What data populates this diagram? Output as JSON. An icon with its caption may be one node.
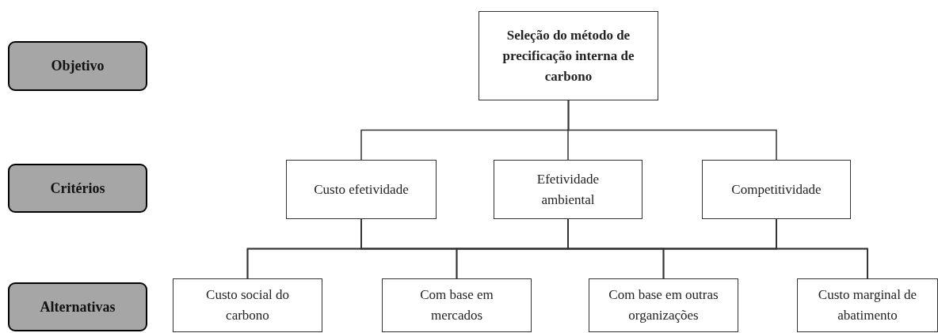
{
  "diagram": {
    "nodes": [
      {
        "text": [
          "Objetivo"
        ]
      },
      {
        "text": [
          "Seleção do método de precificação interna de carbono"
        ]
      },
      {
        "text": [
          "Critérios"
        ]
      },
      {
        "text": [
          "Custo efetividade"
        ]
      },
      {
        "text": [
          "Efetividade ambiental"
        ]
      },
      {
        "text": [
          "Competitividade"
        ]
      },
      {
        "text": [
          "Alternativas"
        ]
      },
      {
        "text": [
          "Custo social do carbono"
        ]
      },
      {
        "text": [
          "Com base em mercados"
        ]
      },
      {
        "text": [
          "Com base em outras organizações"
        ]
      },
      {
        "text": [
          "Custo marginal de abatimento"
        ]
      }
    ],
    "edges": [
      {
        "from": 1,
        "to": 3,
        "arrow": "none"
      },
      {
        "from": 1,
        "to": 4,
        "arrow": "none"
      },
      {
        "from": 1,
        "to": 5,
        "arrow": "none"
      },
      {
        "from": 3,
        "to": 7,
        "arrow": "none"
      },
      {
        "from": 3,
        "to": 8,
        "arrow": "none"
      },
      {
        "from": 3,
        "to": 9,
        "arrow": "none"
      },
      {
        "from": 3,
        "to": 10,
        "arrow": "none"
      },
      {
        "from": 4,
        "to": 7,
        "arrow": "none"
      },
      {
        "from": 4,
        "to": 8,
        "arrow": "none"
      },
      {
        "from": 4,
        "to": 9,
        "arrow": "none"
      },
      {
        "from": 4,
        "to": 10,
        "arrow": "none"
      },
      {
        "from": 5,
        "to": 7,
        "arrow": "none"
      },
      {
        "from": 5,
        "to": 8,
        "arrow": "none"
      },
      {
        "from": 5,
        "to": 9,
        "arrow": "none"
      },
      {
        "from": 5,
        "to": 10,
        "arrow": "none"
      }
    ]
  }
}
